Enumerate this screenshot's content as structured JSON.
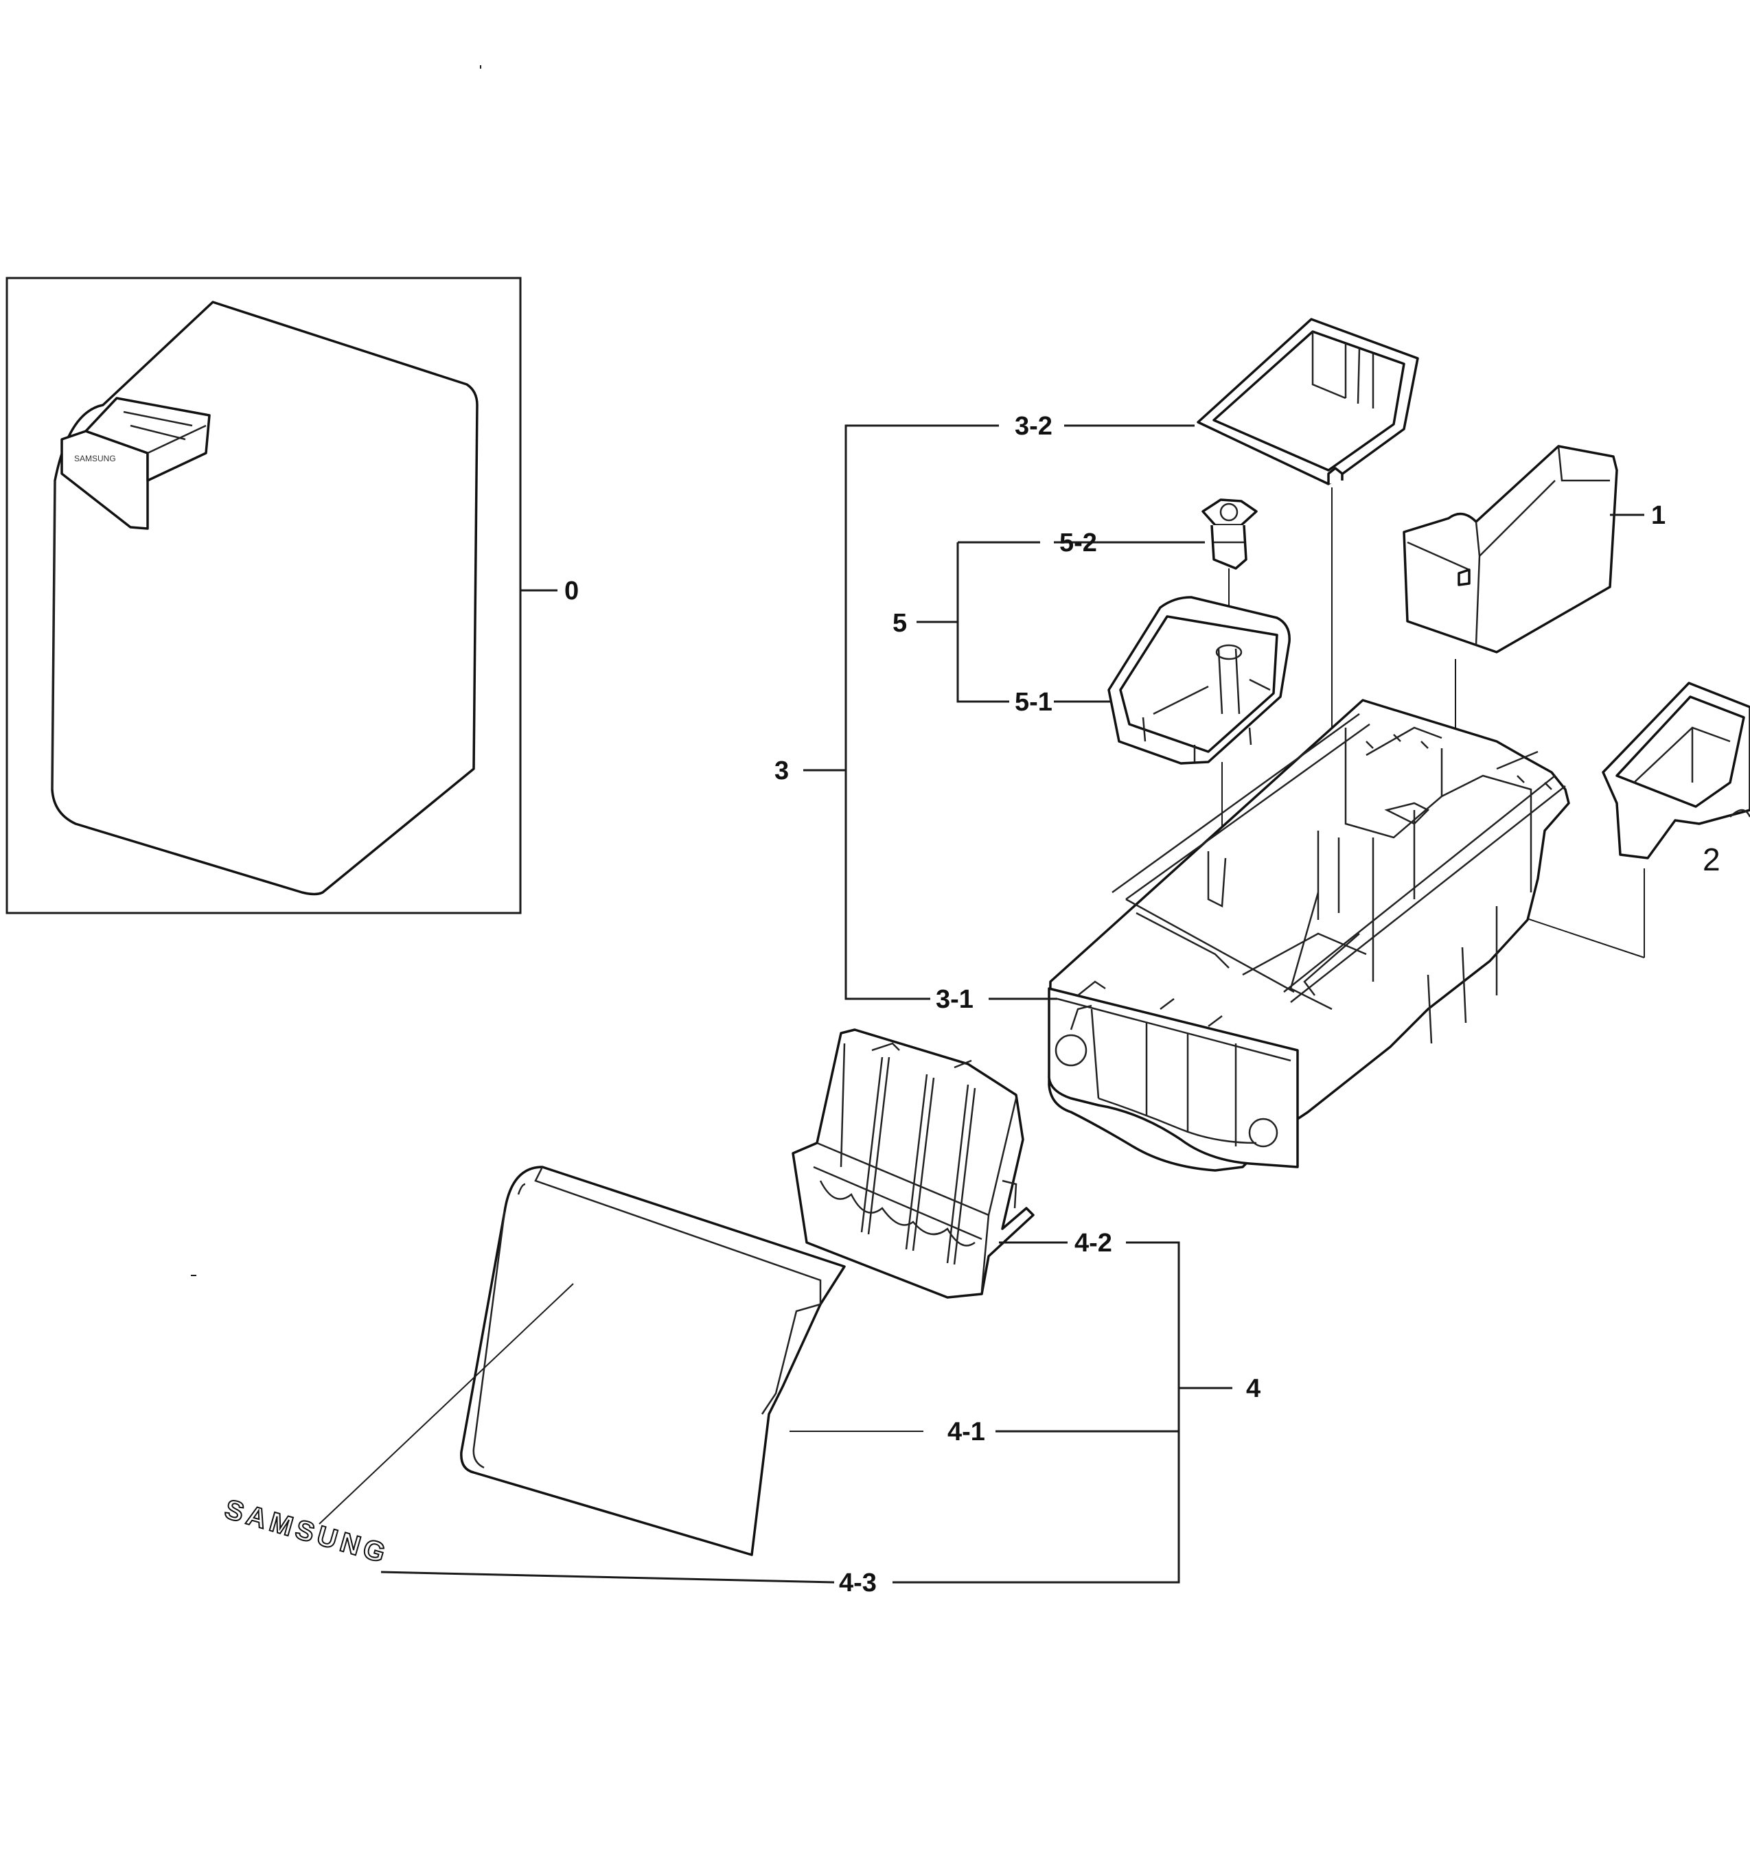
{
  "labels": {
    "p0": "0",
    "p1": "1",
    "p2": "2",
    "p3": "3",
    "p3_1": "3-1",
    "p3_2": "3-2",
    "p4": "4",
    "p4_1": "4-1",
    "p4_2": "4-2",
    "p4_3": "4-3",
    "p5": "5",
    "p5_1": "5-1",
    "p5_2": "5-2"
  },
  "brand": {
    "logo_text": "SAMSUNG"
  },
  "parts": [
    {
      "id": "0",
      "icon": "washer-cabinet-icon"
    },
    {
      "id": "1",
      "icon": "detergent-cup-icon"
    },
    {
      "id": "2",
      "icon": "softener-cup-icon"
    },
    {
      "id": "3",
      "icon": "drawer-housing-assembly-icon"
    },
    {
      "id": "3-1",
      "icon": "drawer-housing-icon"
    },
    {
      "id": "3-2",
      "icon": "bleach-cup-icon"
    },
    {
      "id": "4",
      "icon": "drawer-assembly-icon"
    },
    {
      "id": "4-1",
      "icon": "drawer-panel-icon"
    },
    {
      "id": "4-2",
      "icon": "drawer-frame-icon"
    },
    {
      "id": "4-3",
      "icon": "samsung-logo-badge-icon"
    },
    {
      "id": "5",
      "icon": "siphon-assembly-icon"
    },
    {
      "id": "5-1",
      "icon": "siphon-cup-icon"
    },
    {
      "id": "5-2",
      "icon": "siphon-cap-icon"
    }
  ]
}
